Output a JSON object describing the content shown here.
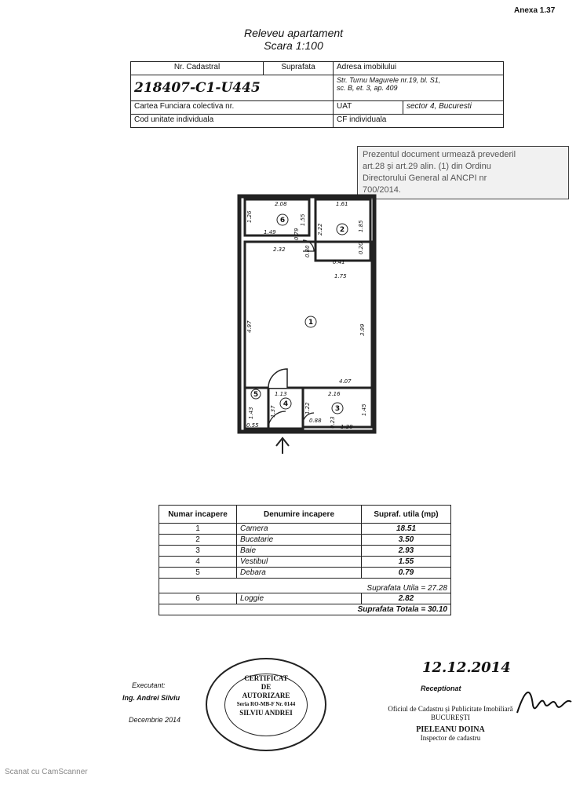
{
  "annex": "Anexa 1.37",
  "title_line1": "Releveu apartament",
  "title_line2": "Scara 1:100",
  "header": {
    "col1": "Nr. Cadastral",
    "col2": "Suprafata",
    "col3": "Adresa imobilului",
    "nr_cadastral_value": "218407-C1-U445",
    "address_line1": "Str. Turnu Magurele nr.19, bl. S1,",
    "address_line2": "sc. B, et. 3, ap. 409",
    "cf_colectiva": "Cartea Funciara colectiva nr.",
    "uat_label": "UAT",
    "uat_value": "sector 4, Bucuresti",
    "cod_unitate": "Cod unitate individuala",
    "cf_individuala": "CF individuala"
  },
  "stamp_text": [
    "Prezentul document urmează prevederil",
    "art.28 și art.29 alin. (1) din Ordinu",
    "Directorului General al ANCPI nr",
    "700/2014."
  ],
  "plan": {
    "rooms": [
      "1",
      "2",
      "3",
      "4",
      "5",
      "6"
    ],
    "dims": [
      "2.08",
      "1.26",
      "1.49",
      "1.55",
      "0.79",
      "1.61",
      "1.85",
      "2.22",
      "2.32",
      "0.80",
      "0.20",
      "0.41",
      "1.75",
      "4.97",
      "3.99",
      "4.07",
      "1.13",
      "2.16",
      "1.43",
      "1.37",
      "1.22",
      "1.45",
      "0.55",
      "0.88",
      "0.23",
      "1.28"
    ]
  },
  "rooms_table": {
    "headers": [
      "Numar incapere",
      "Denumire incapere",
      "Supraf. utila (mp)"
    ],
    "rows": [
      {
        "nr": "1",
        "name": "Camera",
        "area": "18.51"
      },
      {
        "nr": "2",
        "name": "Bucatarie",
        "area": "3.50"
      },
      {
        "nr": "3",
        "name": "Baie",
        "area": "2.93"
      },
      {
        "nr": "4",
        "name": "Vestibul",
        "area": "1.55"
      },
      {
        "nr": "5",
        "name": "Debara",
        "area": "0.79"
      }
    ],
    "utila": "Suprafata Utila = 27.28",
    "loggia": {
      "nr": "6",
      "name": "Loggie",
      "area": "2.82"
    },
    "totala": "Suprafata Totala = 30.10"
  },
  "executant": {
    "label": "Executant:",
    "name": "Ing. Andrei Silviu",
    "date": "Decembrie 2014"
  },
  "seal": {
    "line1": "CERTIFICAT",
    "line2": "DE",
    "line3": "AUTORIZARE",
    "line4": "Seria RO-MB-F Nr. 0144",
    "line5": "SILVIU ANDREI"
  },
  "receptie": {
    "date": "12.12.2014",
    "label": "Receptionat",
    "office": "Oficiul de Cadastru și Publicitate Imobiliară",
    "city": "BUCUREȘTI",
    "inspector": "PIELEANU DOINA",
    "role": "Inspector de cadastru"
  },
  "footer": "Scanat cu CamScanner"
}
